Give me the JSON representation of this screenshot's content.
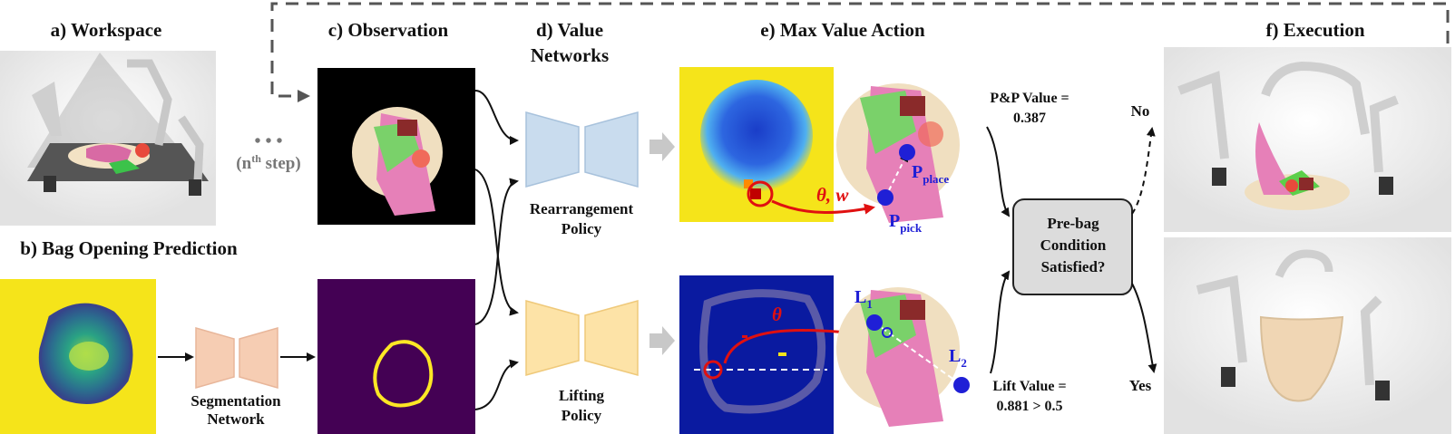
{
  "headings": {
    "workspace": "a) Workspace",
    "bag_opening": "b) Bag Opening Prediction",
    "observation": "c) Observation",
    "value_networks_l1": "d) Value",
    "value_networks_l2": "Networks",
    "max_value": "e) Max Value Action",
    "execution": "f) Execution"
  },
  "loop": {
    "dots": "• • •",
    "step_prefix": "(n",
    "step_sup": "th",
    "step_suffix": " step)"
  },
  "networks": {
    "segmentation_l1": "Segmentation",
    "segmentation_l2": "Network",
    "rearrangement_l1": "Rearrangement",
    "rearrangement_l2": "Policy",
    "lifting_l1": "Lifting",
    "lifting_l2": "Policy"
  },
  "actions": {
    "theta_w": "θ, w",
    "theta": "θ",
    "p_place": "P",
    "p_place_sub": "place",
    "p_pick": "P",
    "p_pick_sub": "pick",
    "l1": "L",
    "l1_sub": "1",
    "l2": "L",
    "l2_sub": "2"
  },
  "values": {
    "pp_l1": "P&P Value =",
    "pp_l2": "0.387",
    "lift_l1": "Lift Value =",
    "lift_l2": "0.881 > 0.5"
  },
  "decision": {
    "l1": "Pre-bag",
    "l2": "Condition",
    "l3": "Satisfied?",
    "no": "No",
    "yes": "Yes"
  },
  "colors": {
    "heatmap_yellow": "#f5e41a",
    "dark_purple": "#440154",
    "mask_yellow": "#fde725",
    "rearr_blue": "#c9dcee",
    "lift_yellow": "#fde3a7",
    "seg_peach": "#f6cdb3",
    "arrow_red": "#e01010",
    "marker_blue": "#1f1fd6"
  }
}
